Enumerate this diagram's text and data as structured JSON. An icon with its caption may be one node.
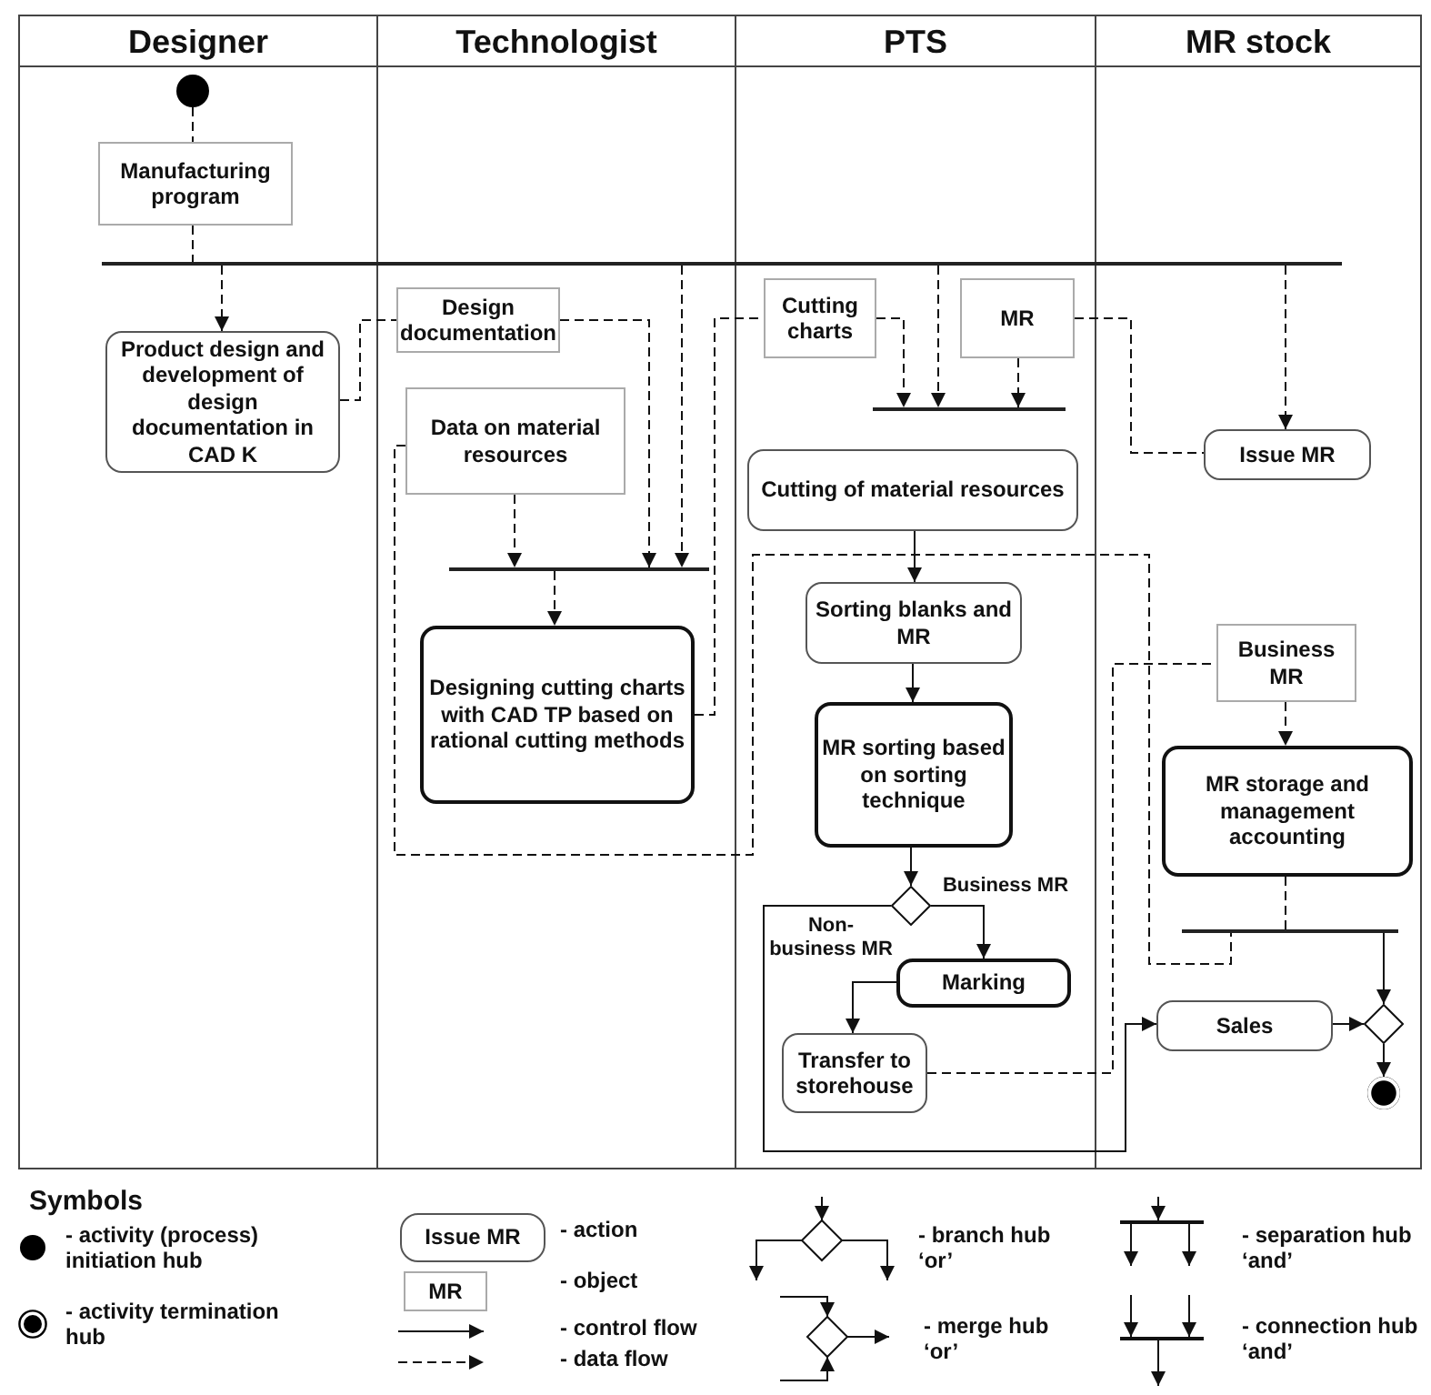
{
  "diagram": {
    "nodes": [
      {
        "text": [
          "Designer"
        ]
      },
      {
        "text": [
          "Technologist"
        ]
      },
      {
        "text": [
          "PTS"
        ]
      },
      {
        "text": [
          "MR stock"
        ]
      },
      {
        "text": [],
        "shape": "circle",
        "in": 0
      },
      {
        "text": [
          "Manufacturing program"
        ],
        "in": 0
      },
      {
        "text": [],
        "shape": "bar"
      },
      {
        "text": [
          "Product design and development of design documentation in CAD K"
        ],
        "in": 0
      },
      {
        "text": [
          "Design documentation"
        ],
        "in": 1
      },
      {
        "text": [
          "Data on material resources"
        ],
        "in": 1
      },
      {
        "text": [],
        "shape": "bar",
        "in": 1
      },
      {
        "text": [
          "Designing cutting charts with CAD TP based on rational cutting methods"
        ],
        "in": 1
      },
      {
        "text": [
          "Cutting charts"
        ],
        "in": 2
      },
      {
        "text": [
          "MR"
        ],
        "in": 2
      },
      {
        "text": [],
        "shape": "bar",
        "in": 2
      },
      {
        "text": [
          "Cutting of material resources"
        ],
        "in": 2
      },
      {
        "text": [
          "Issue MR"
        ],
        "in": 3
      },
      {
        "text": [
          "Sorting blanks and MR"
        ],
        "in": 2
      },
      {
        "text": [
          "MR sorting based on sorting technique"
        ],
        "in": 2
      },
      {
        "text": [],
        "shape": "diamond",
        "in": 2
      },
      {
        "text": [
          "Marking"
        ],
        "in": 2
      },
      {
        "text": [
          "Transfer to storehouse"
        ],
        "in": 2
      },
      {
        "text": [
          "Business MR"
        ],
        "in": 3
      },
      {
        "text": [
          "MR storage and management accounting"
        ],
        "in": 3
      },
      {
        "text": [],
        "shape": "bar",
        "in": 3
      },
      {
        "text": [
          "Sales"
        ],
        "in": 3
      },
      {
        "text": [],
        "shape": "diamond",
        "in": 3
      },
      {
        "text": [],
        "shape": "circle",
        "in": 3
      }
    ],
    "edges": [
      {
        "from": 4,
        "to": 5,
        "arrow": "none",
        "style": "dashed"
      },
      {
        "from": 5,
        "to": 6,
        "arrow": "none",
        "style": "dashed"
      },
      {
        "from": 6,
        "to": 7,
        "arrow": "to",
        "style": "dashed"
      },
      {
        "from": 7,
        "to": 8,
        "arrow": "none",
        "style": "dashed"
      },
      {
        "from": 8,
        "to": 10,
        "arrow": "to",
        "style": "dashed"
      },
      {
        "from": 6,
        "to": 10,
        "arrow": "to",
        "style": "dashed"
      },
      {
        "from": 9,
        "to": 10,
        "arrow": "to",
        "style": "dashed"
      },
      {
        "from": 10,
        "to": 11,
        "arrow": "to",
        "style": "dashed"
      },
      {
        "from": 11,
        "to": 12,
        "arrow": "none",
        "style": "dashed"
      },
      {
        "from": 12,
        "to": 14,
        "arrow": "to",
        "style": "dashed"
      },
      {
        "from": 6,
        "to": 14,
        "arrow": "to",
        "style": "dashed"
      },
      {
        "from": 13,
        "to": 14,
        "arrow": "to",
        "style": "dashed"
      },
      {
        "from": 13,
        "to": 16,
        "arrow": "none",
        "style": "dashed"
      },
      {
        "from": 6,
        "to": 16,
        "arrow": "to",
        "style": "dashed"
      },
      {
        "from": 9,
        "to": 24,
        "arrow": "none",
        "style": "dashed"
      },
      {
        "from": 15,
        "to": 17,
        "arrow": "to"
      },
      {
        "from": 17,
        "to": 18,
        "arrow": "to"
      },
      {
        "from": 18,
        "to": 19,
        "arrow": "to"
      },
      {
        "from": 19,
        "to": 20,
        "arrow": "to",
        "label": "Business MR"
      },
      {
        "from": 19,
        "to": 25,
        "arrow": "to",
        "label": "Non-business MR"
      },
      {
        "from": 20,
        "to": 21,
        "arrow": "to"
      },
      {
        "from": 21,
        "to": 22,
        "arrow": "none",
        "style": "dashed"
      },
      {
        "from": 22,
        "to": 23,
        "arrow": "to",
        "style": "dashed"
      },
      {
        "from": 23,
        "to": 24,
        "arrow": "none",
        "style": "dashed"
      },
      {
        "from": 24,
        "to": 26,
        "arrow": "to"
      },
      {
        "from": 25,
        "to": 26,
        "arrow": "to"
      },
      {
        "from": 26,
        "to": 27,
        "arrow": "to"
      }
    ],
    "labels": [
      "Symbols",
      "Issue MR",
      "MR"
    ],
    "legend": [
      {
        "text": "- activity (process) initiation hub"
      },
      {
        "text": "- activity termination hub"
      },
      {
        "text": "- action"
      },
      {
        "text": "- object"
      },
      {
        "text": "- control flow"
      },
      {
        "text": "- data flow"
      },
      {
        "text": "- branch hub ‘or’"
      },
      {
        "text": "- merge hub ‘or’"
      },
      {
        "text": "- separation hub ‘and’"
      },
      {
        "text": "- connection hub ‘and’"
      }
    ]
  }
}
